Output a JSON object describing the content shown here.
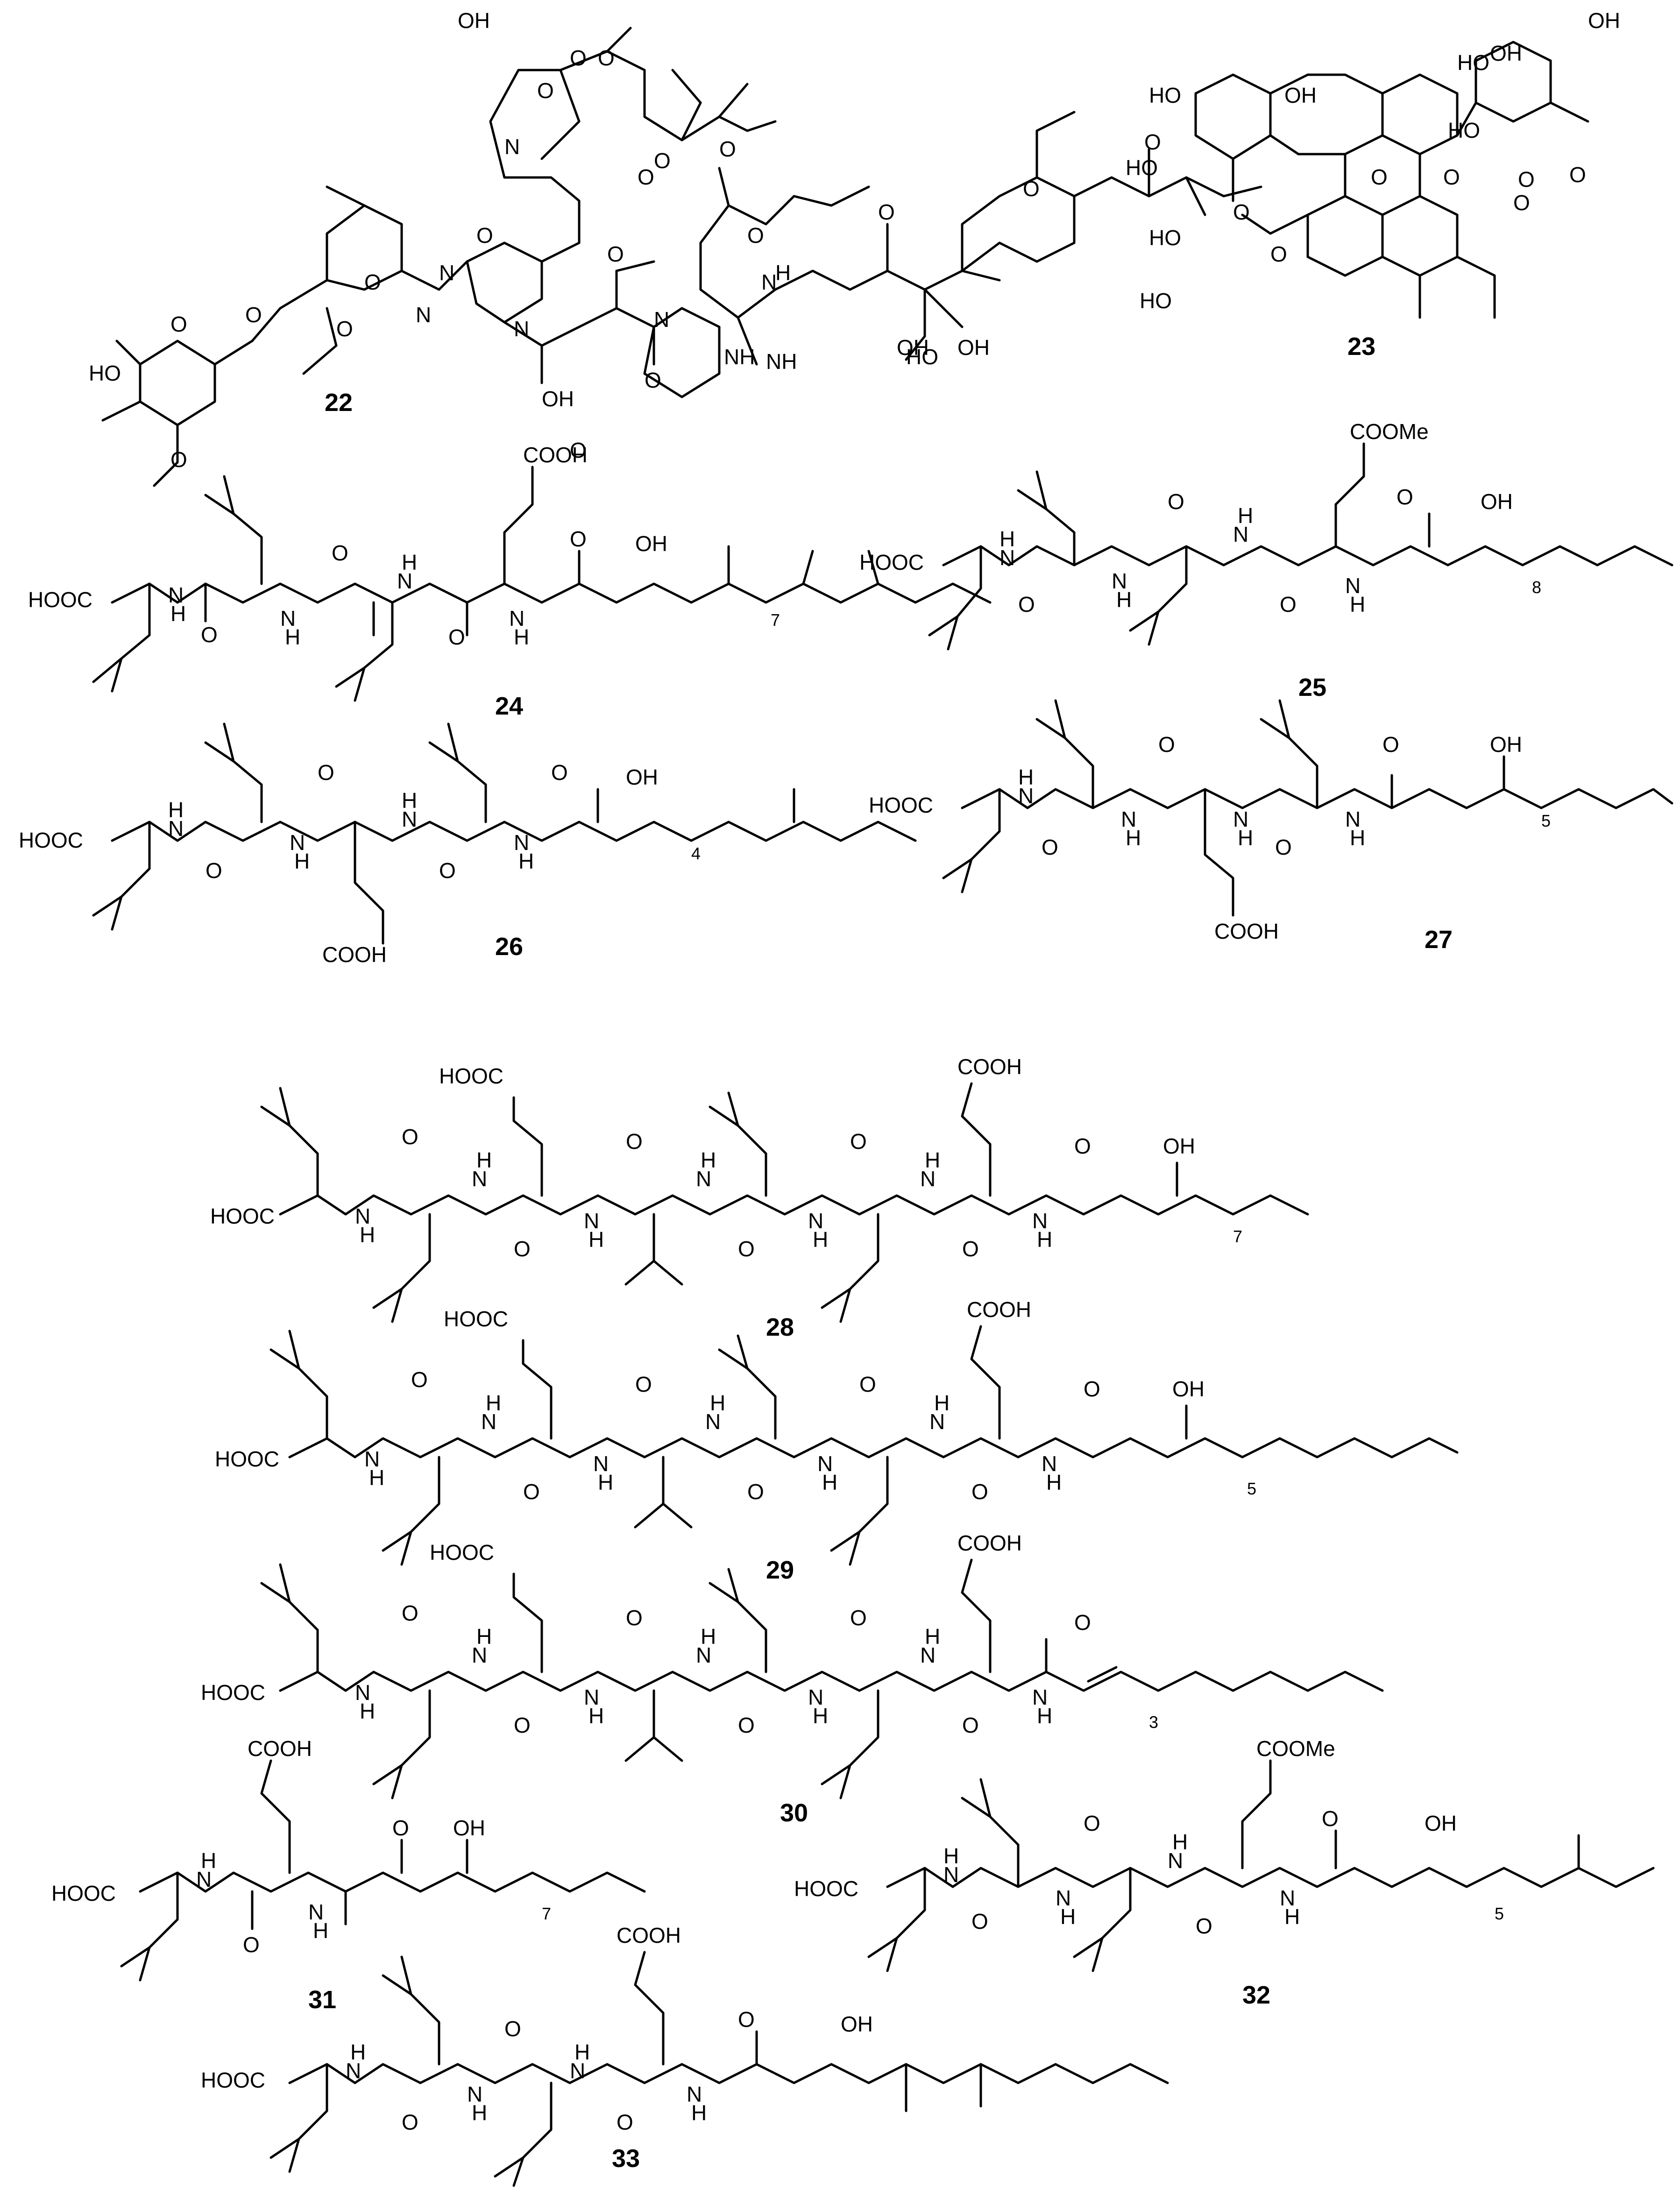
{
  "figure": {
    "compounds": [
      {
        "id": "22",
        "labels": [
          "HO",
          "O",
          "O",
          "O",
          "O",
          "O",
          "N",
          "O",
          "N",
          "O",
          "OH",
          "O",
          "O",
          "O",
          "O",
          "O",
          "O",
          "N",
          "NH",
          "N",
          "O",
          "OH",
          "N",
          "O",
          "O",
          "N",
          "NH",
          "H",
          "OH",
          "O",
          "OH",
          "HO",
          "O",
          "HO",
          "O"
        ]
      },
      {
        "id": "23",
        "labels": [
          "HO",
          "HO",
          "HO",
          "O",
          "O",
          "OH",
          "OH",
          "O",
          "O",
          "O",
          "HO",
          "HO",
          "OH",
          "O",
          "O"
        ]
      },
      {
        "id": "24",
        "labels": [
          "HOOC",
          "N",
          "H",
          "O",
          "N",
          "H",
          "O",
          "N",
          "H",
          "O",
          "N",
          "H",
          "O",
          "OH",
          "COOH"
        ],
        "subscript": "7"
      },
      {
        "id": "25",
        "labels": [
          "HOOC",
          "N",
          "H",
          "O",
          "N",
          "H",
          "O",
          "N",
          "H",
          "O",
          "N",
          "H",
          "O",
          "OH",
          "COOMe"
        ],
        "subscript": "8"
      },
      {
        "id": "26",
        "labels": [
          "HOOC",
          "N",
          "H",
          "O",
          "N",
          "H",
          "O",
          "N",
          "H",
          "O",
          "N",
          "H",
          "O",
          "OH",
          "COOH"
        ],
        "subscript": "4"
      },
      {
        "id": "27",
        "labels": [
          "HOOC",
          "N",
          "H",
          "O",
          "N",
          "H",
          "O",
          "N",
          "H",
          "O",
          "N",
          "H",
          "O",
          "OH",
          "COOH"
        ],
        "subscript": "5"
      },
      {
        "id": "28",
        "labels": [
          "HOOC",
          "HOOC",
          "N",
          "H",
          "O",
          "N",
          "H",
          "O",
          "N",
          "H",
          "O",
          "N",
          "H",
          "O",
          "N",
          "H",
          "O",
          "N",
          "H",
          "O",
          "N",
          "H",
          "O",
          "OH",
          "COOH"
        ],
        "subscript": "7"
      },
      {
        "id": "29",
        "labels": [
          "HOOC",
          "HOOC",
          "N",
          "H",
          "O",
          "N",
          "H",
          "O",
          "N",
          "H",
          "O",
          "N",
          "H",
          "O",
          "N",
          "H",
          "O",
          "N",
          "H",
          "O",
          "N",
          "H",
          "O",
          "OH",
          "COOH"
        ],
        "subscript": "5"
      },
      {
        "id": "30",
        "labels": [
          "HOOC",
          "HOOC",
          "N",
          "H",
          "O",
          "N",
          "H",
          "O",
          "N",
          "H",
          "O",
          "N",
          "H",
          "O",
          "N",
          "H",
          "O",
          "N",
          "H",
          "O",
          "N",
          "H",
          "O",
          "COOH"
        ],
        "subscript": "3"
      },
      {
        "id": "31",
        "labels": [
          "HOOC",
          "N",
          "H",
          "O",
          "N",
          "H",
          "O",
          "OH",
          "COOH"
        ],
        "subscript": "7"
      },
      {
        "id": "32",
        "labels": [
          "HOOC",
          "N",
          "H",
          "O",
          "N",
          "H",
          "O",
          "N",
          "H",
          "O",
          "N",
          "H",
          "O",
          "OH",
          "COOMe"
        ],
        "subscript": "5"
      },
      {
        "id": "33",
        "labels": [
          "HOOC",
          "N",
          "H",
          "O",
          "N",
          "H",
          "O",
          "N",
          "H",
          "O",
          "N",
          "H",
          "O",
          "OH",
          "COOH"
        ]
      }
    ]
  }
}
